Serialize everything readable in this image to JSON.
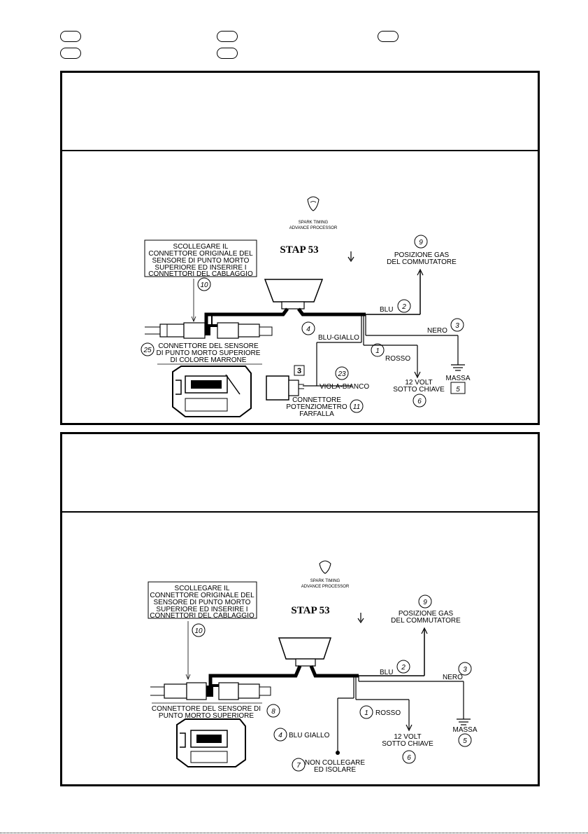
{
  "panel1": {
    "stap_title": "STAP 53",
    "spark1": "SPARK TIMING",
    "spark2": "ADVANCE PROCESSOR",
    "instruction": [
      "SCOLLEGARE IL",
      "CONNETTORE ORIGINALE DEL",
      "SENSORE DI PUNTO MORTO",
      "SUPERIORE ED INSERIRE I",
      "CONNETTORI DEL CABLAGGIO"
    ],
    "num_instruction": "10",
    "num_blu": "2",
    "num_pos_gas": "9",
    "num_nero": "3",
    "num_blu_giallo": "4",
    "num_rosso": "1",
    "num_massa": "5",
    "num_12v": "6",
    "num_sensor": "25",
    "num_viola": "23",
    "num_pot": "11",
    "box3": "3",
    "pos_gas": [
      "POSIZIONE GAS",
      "DEL COMMUTATORE"
    ],
    "blu": "BLU",
    "nero": "NERO",
    "blu_giallo": "BLU-GIALLO",
    "rosso": "ROSSO",
    "massa": "MASSA",
    "volt12": [
      "12 VOLT",
      "SOTTO CHIAVE"
    ],
    "sensor": [
      "CONNETTORE DEL SENSORE",
      "DI PUNTO MORTO SUPERIORE",
      "DI COLORE MARRONE"
    ],
    "viola": "VIOLA-BIANCO",
    "pot": [
      "CONNETTORE",
      "POTENZIOMETRO",
      "FARFALLA"
    ]
  },
  "panel2": {
    "stap_title": "STAP 53",
    "spark1": "SPARK TIMING",
    "spark2": "ADVANCE PROCESSOR",
    "instruction": [
      "SCOLLEGARE IL",
      "CONNETTORE ORIGINALE DEL",
      "SENSORE DI PUNTO MORTO",
      "SUPERIORE ED INSERIRE I",
      "CONNETTORI DEL CABLAGGIO"
    ],
    "num_instruction": "10",
    "num_pos_gas": "9",
    "num_blu": "2",
    "num_nero": "3",
    "num_sensor": "8",
    "num_rosso": "1",
    "num_blu_giallo": "4",
    "num_12v": "6",
    "num_massa": "5",
    "num_isolare": "7",
    "pos_gas": [
      "POSIZIONE GAS",
      "DEL COMMUTATORE"
    ],
    "blu": "BLU",
    "nero": "NERO",
    "rosso": "ROSSO",
    "blu_giallo": "BLU GIALLO",
    "massa": "MASSA",
    "volt12": [
      "12 VOLT",
      "SOTTO CHIAVE"
    ],
    "sensor": [
      "CONNETTORE DEL SENSORE DI",
      "PUNTO MORTO SUPERIORE"
    ],
    "isolare": [
      "NON COLLEGARE",
      "ED ISOLARE"
    ]
  }
}
